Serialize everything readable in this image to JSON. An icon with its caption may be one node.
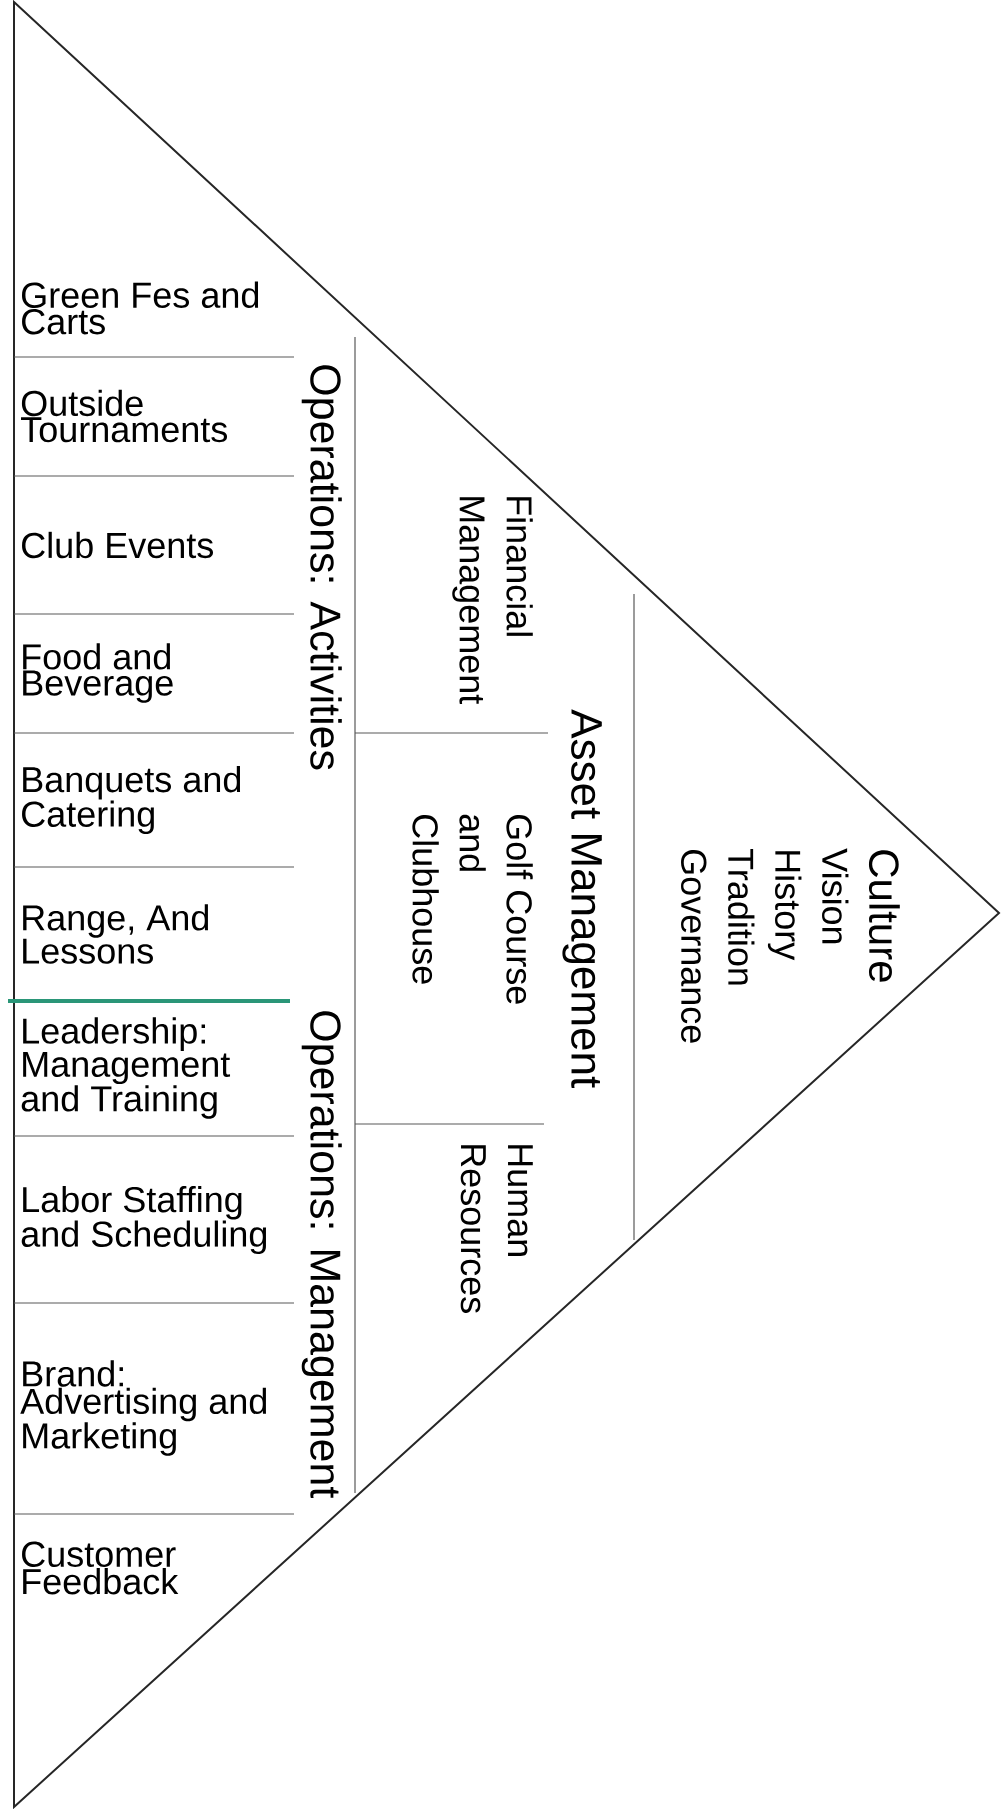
{
  "diagram": {
    "nodes": [
      {
        "text": [
          "Green Fes and Carts"
        ]
      },
      {
        "text": [
          "Outside Tournaments"
        ]
      },
      {
        "text": [
          "Club Events"
        ]
      },
      {
        "text": [
          "Food and Beverage"
        ]
      },
      {
        "text": [
          "Banquets and Catering"
        ]
      },
      {
        "text": [
          "Range, And Lessons"
        ]
      },
      {
        "text": [
          "Leadership: Management and Training"
        ]
      },
      {
        "text": [
          "Labor Staffing and Scheduling"
        ]
      },
      {
        "text": [
          "Brand: Advertising and Marketing"
        ]
      },
      {
        "text": [
          "Customer Feedback"
        ]
      },
      {
        "text": [
          "Financial Management"
        ]
      },
      {
        "text": [
          "Golf Course and Clubhouse"
        ]
      },
      {
        "text": [
          "Human Resources"
        ]
      },
      {
        "text": [
          "Culture",
          "Vision History Tradition Governance"
        ]
      }
    ],
    "labels": [
      "Operations: Activities",
      "Operations: Management",
      "Asset Management"
    ]
  }
}
